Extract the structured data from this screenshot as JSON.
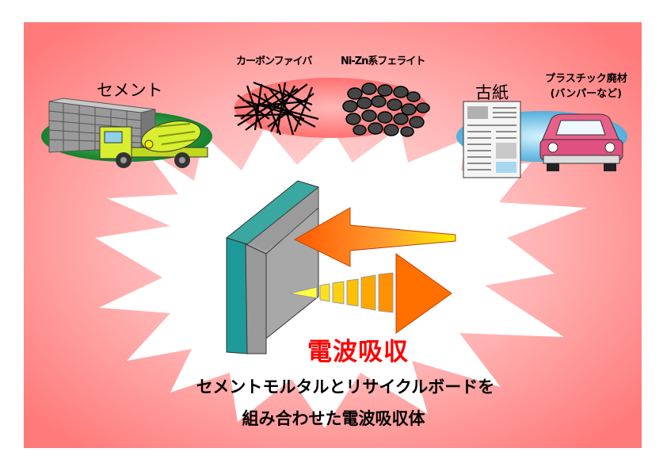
{
  "labels": {
    "cement": "セメント",
    "carbon_fiber": "カーボンファイバ",
    "ferrite": "Ni-Zn系フェライト",
    "old_paper": "古紙",
    "plastic_line1": "プラスチック廃材",
    "plastic_line2": "(バンパーなど)"
  },
  "title": "電波吸収",
  "caption": {
    "line1": "セメントモルタルとリサイクルボードを",
    "line2": "組み合わせた電波吸収体"
  },
  "colors": {
    "background_outer": "#ff8c8c",
    "burst": "#ffffff",
    "accent_red": "#ff0000",
    "arrow_orange": "#ff7a1a",
    "arrow_yellow": "#ffee00",
    "panel_teal": "#1f9a9a",
    "panel_gray": "#a8a8a8"
  }
}
